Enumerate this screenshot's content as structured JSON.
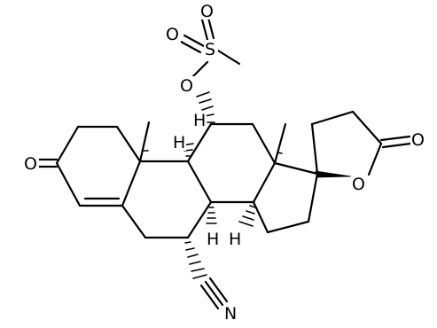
{
  "molecule": {
    "atoms": [
      {
        "id": "o-sulfonyl-a",
        "label": "O"
      },
      {
        "id": "o-sulfonyl-b",
        "label": "O"
      },
      {
        "id": "s-sulfonyl",
        "label": "S"
      },
      {
        "id": "o-ester-mesylate",
        "label": "O"
      },
      {
        "id": "h-c11",
        "label": "H"
      },
      {
        "id": "h-c9",
        "label": "H"
      },
      {
        "id": "o-ketone",
        "label": "O"
      },
      {
        "id": "o-lactone-carbonyl",
        "label": "O"
      },
      {
        "id": "o-lactone-ring",
        "label": "O"
      },
      {
        "id": "h-c8",
        "label": "H"
      },
      {
        "id": "h-c14",
        "label": "H"
      },
      {
        "id": "n-nitrile",
        "label": "N"
      }
    ]
  }
}
